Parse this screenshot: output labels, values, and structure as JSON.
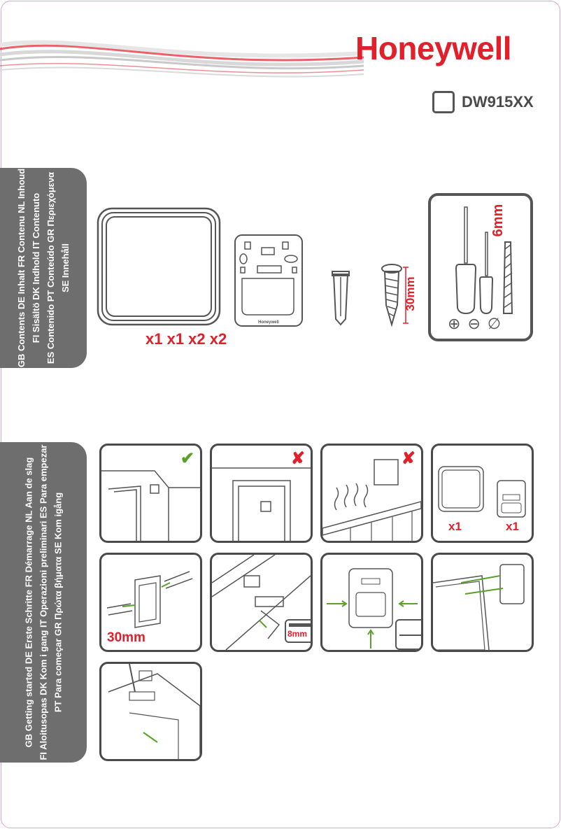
{
  "brand": {
    "logo": "Honeywell",
    "model": "DW915XX"
  },
  "contents_tab": {
    "lines": [
      "GB Contents DE Inhalt FR Contenu NL Inhoud",
      "FI Sisältö DK Indhold IT Contenuto",
      "ES Contenido PT Conteúdo GR Περιεχόμενα",
      "SE Innehåll"
    ]
  },
  "contents": {
    "quantities": "x1 x1 x2 x2",
    "screw_length": "30mm",
    "device_brand": "Honeywell",
    "tools": {
      "blade_width": "6mm",
      "symbols": [
        "⊕",
        "⊖",
        "∅"
      ]
    }
  },
  "getting_started_tab": {
    "lines": [
      "GB Getting started DE Erste Schritte FR Démarrage NL Aan de slag",
      "FI Aloitusopas DK Kom i gang IT Operazioni preliminari ES Para empezar",
      "PT Para começar GR Πρώτα βήματα SE Kom igång"
    ]
  },
  "steps": {
    "step1_mark": "✔",
    "step2_mark": "✘",
    "step3_mark": "✘",
    "step4_qty_left": "x1",
    "step4_qty_right": "x1",
    "step5_length": "30mm",
    "step6_strip": "8mm"
  },
  "colors": {
    "accent": "#e0202a",
    "check": "#5aa02c",
    "tab": "#6e6e6e",
    "line": "#4a4a4a"
  }
}
